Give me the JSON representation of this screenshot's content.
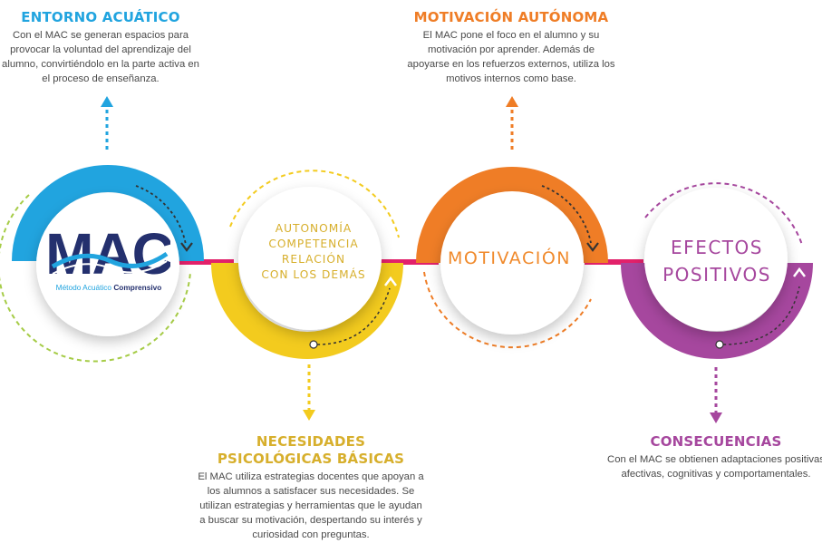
{
  "colors": {
    "blue": "#21A4DF",
    "yellow": "#F3CB1E",
    "orange": "#EF7D26",
    "purple": "#A6479E",
    "pink": "#E2216A",
    "green_dash": "#A6CC47",
    "navy": "#24306E",
    "text_grey": "#4a4a4a",
    "yellow_text": "#D7AF2C",
    "orange_text": "#F08A2C"
  },
  "logo": {
    "name": "MAC",
    "subtitle_prefix": "Método Acuático ",
    "subtitle_emphasis": "Comprensivo"
  },
  "nodes": [
    {
      "id": "mac",
      "heading": "ENTORNO ACUÁTICO",
      "text": "Con el MAC se generan espacios para provocar la voluntad del aprendizaje del alumno, convirtiéndolo en la parte activa en el proceso de enseñanza."
    },
    {
      "id": "necesidades",
      "center_lines": [
        "AUTONOMÍA",
        "COMPETENCIA",
        "RELACIÓN",
        "CON LOS DEMÁS"
      ],
      "heading": "NECESIDADES PSICOLÓGICAS BÁSICAS",
      "text": "El MAC utiliza estrategias docentes que apoyan a los alumnos a satisfacer sus necesidades. Se utilizan estrategias y herramientas que le ayudan a buscar su motivación,  despertando su interés y curiosidad con preguntas."
    },
    {
      "id": "motivacion",
      "center_label": "MOTIVACIÓN",
      "heading": "MOTIVACIÓN AUTÓNOMA",
      "text": "El MAC pone el foco en el alumno y su motivación  por aprender. Además de apoyarse en los refuerzos externos, utiliza los motivos internos como base."
    },
    {
      "id": "efectos",
      "center_lines": [
        "EFECTOS",
        "POSITIVOS"
      ],
      "heading": "CONSECUENCIAS",
      "text": "Con el MAC se obtienen adaptaciones positivas afectivas, cognitivas y comportamentales."
    }
  ]
}
